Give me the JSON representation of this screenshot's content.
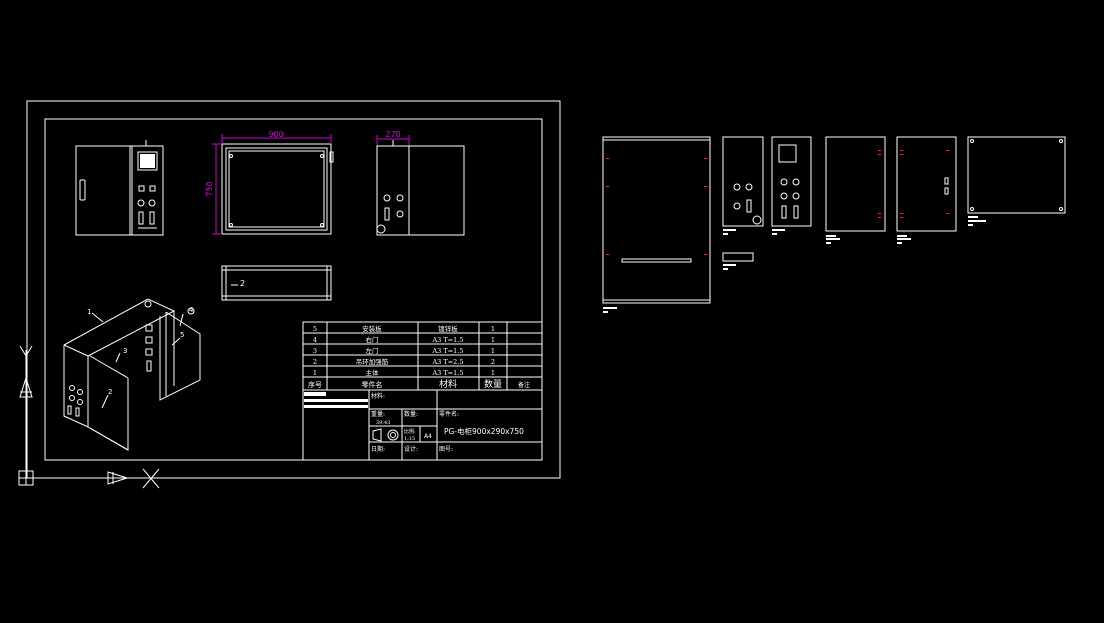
{
  "colors": {
    "background": "#000000",
    "line": "#ffffff",
    "dimension": "#d000d0",
    "accent_red": "#ff2020"
  },
  "dimensions": {
    "width": "900",
    "height": "750",
    "depth": "270"
  },
  "balloons": {
    "iso_1": "1",
    "iso_2": "2",
    "iso_3": "3",
    "iso_4": "4",
    "iso_5": "5",
    "top_view": "2"
  },
  "bom": {
    "rows": [
      {
        "no": "5",
        "name": "安装板",
        "material": "镀锌板",
        "qty": "1"
      },
      {
        "no": "4",
        "name": "右门",
        "material": "A3 T=1.5",
        "qty": "1"
      },
      {
        "no": "3",
        "name": "左门",
        "material": "A3 T=1.5",
        "qty": "1"
      },
      {
        "no": "2",
        "name": "吊环加强筋",
        "material": "A3 T=2.5",
        "qty": "2"
      },
      {
        "no": "1",
        "name": "主体",
        "material": "A3 T=1.5",
        "qty": "1"
      }
    ],
    "header": {
      "no": "序号",
      "name": "零件名",
      "material": "材料",
      "qty": "数量",
      "remark": "备注"
    }
  },
  "title_block": {
    "material_label": "材料:",
    "weight_label": "重量:",
    "weight_value": "39.43",
    "quantity_label": "数量:",
    "part_name_label": "零件名:",
    "scale_label": "比例:",
    "scale_value": "1:15",
    "paper_size": "A4",
    "title": "PG-电柜900x290x750",
    "date_label": "日期:",
    "designer_label": "设计:",
    "drawing_no_label": "图号:"
  }
}
